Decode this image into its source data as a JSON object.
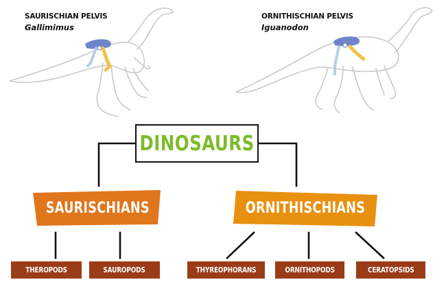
{
  "left_pelvis": {
    "title": "SAURISCHIAN PELVIS",
    "species": "Gallimimus"
  },
  "right_pelvis": {
    "title": "ORNITHISCHIAN PELVIS",
    "species": "Iguanodon"
  },
  "root": {
    "label": "DINOSAURS"
  },
  "clades": [
    {
      "label": "SAURISCHIANS"
    },
    {
      "label": "ORNITHISCHIANS"
    }
  ],
  "leaves": [
    {
      "label": "THEROPODS"
    },
    {
      "label": "SAUROPODS"
    },
    {
      "label": "THYREOPHORANS"
    },
    {
      "label": "ORNITHOPODS"
    },
    {
      "label": "CERATOPSIDS"
    }
  ],
  "colors": {
    "root_text": "#7dbb2c",
    "saurischians_box": "#e0761c",
    "ornithischians_box": "#e8900f",
    "leaf_box": "#9b3c18",
    "pubis_blue": "#6f84c9",
    "ischium_yellow": "#f3c14a",
    "bone_light_blue": "#b6cde8",
    "skeleton_outline": "#c9c9c9"
  }
}
